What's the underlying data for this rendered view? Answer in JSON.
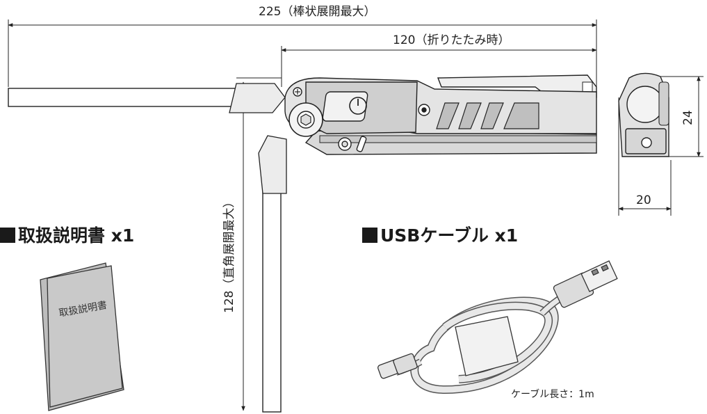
{
  "dimensions": {
    "straight_length": "225（棒状展開最大）",
    "folded_length": "120（折りたたみ時）",
    "right_angle_length": "128（直角展開最大）",
    "height": "24",
    "width": "20"
  },
  "manual": {
    "title": "取扱説明書 x1",
    "booklet_label": "取扱説明書"
  },
  "cable": {
    "title": "USBケーブル x1",
    "length_note": "ケーブル長さ：1m"
  },
  "colors": {
    "line": "#222222",
    "body_fill": "#e6e6e6",
    "body_dark": "#bdbdbd",
    "title_square": "#1a1a1a"
  }
}
